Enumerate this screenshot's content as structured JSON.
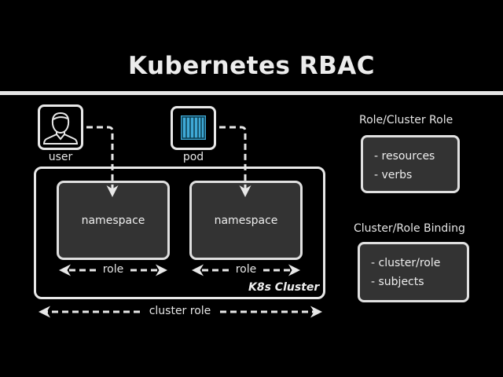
{
  "title": "Kubernetes RBAC",
  "subjects": [
    {
      "label": "user",
      "icon": "user-icon"
    },
    {
      "label": "pod",
      "icon": "pod-icon",
      "icon_color": "#3fa9d6"
    }
  ],
  "cluster": {
    "label": "K8s Cluster",
    "namespaces": [
      {
        "label": "namespace",
        "scope_label": "role"
      },
      {
        "label": "namespace",
        "scope_label": "role"
      }
    ],
    "cluster_scope_label": "cluster role"
  },
  "legend": [
    {
      "title": "Role/Cluster Role",
      "items": [
        "- resources",
        "- verbs"
      ]
    },
    {
      "title": "Cluster/Role Binding",
      "items": [
        "- cluster/role",
        "- subjects"
      ]
    }
  ],
  "colors": {
    "background": "#000000",
    "foreground": "#e8e8e8",
    "box_fill": "#333333",
    "pod_accent": "#3fa9d6"
  }
}
